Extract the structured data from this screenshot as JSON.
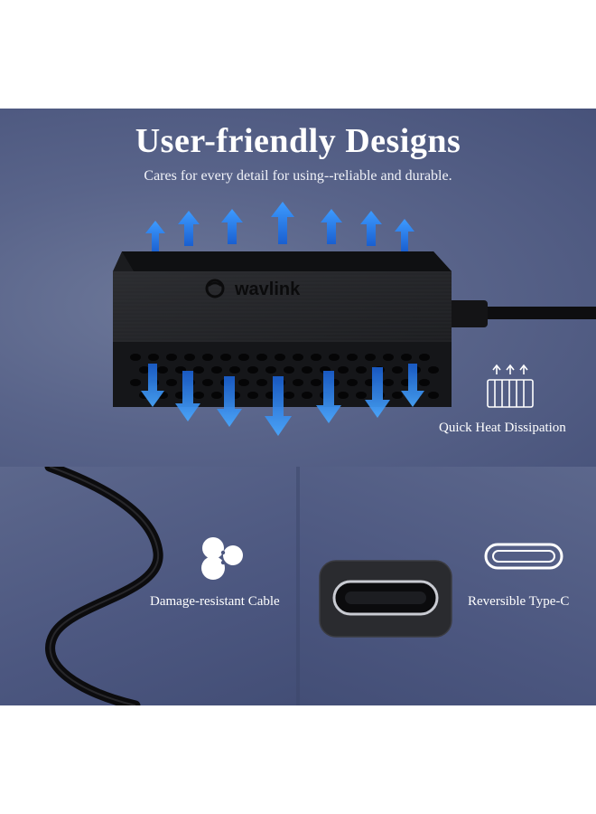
{
  "header": {
    "title": "User-friendly Designs",
    "subtitle": "Cares for every detail for using--reliable and durable."
  },
  "product": {
    "brand_logo": "wavlink"
  },
  "features": {
    "heat": {
      "label": "Quick Heat Dissipation",
      "icon": "heat-dissipation-icon"
    },
    "cable": {
      "label": "Damage-resistant Cable",
      "icon": "circles-icon"
    },
    "typec": {
      "label": "Reversible Type-C",
      "icon": "usb-c-icon"
    }
  },
  "colors": {
    "panel_blue": "#4c5780",
    "arrow_blue": "#2e8ef5",
    "device_black": "#1c1d20"
  }
}
